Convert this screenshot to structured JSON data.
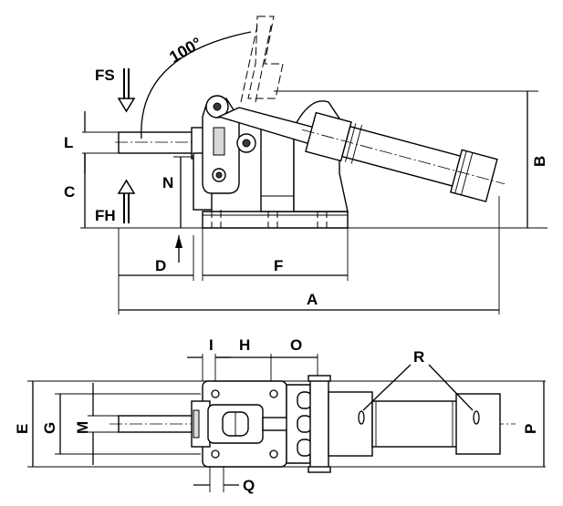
{
  "labels": {
    "angle": "100°",
    "fs": "FS",
    "fh": "FH",
    "l": "L",
    "c": "C",
    "n": "N",
    "b": "B",
    "d": "D",
    "f": "F",
    "a": "A",
    "i": "I",
    "h": "H",
    "o": "O",
    "r": "R",
    "e": "E",
    "g": "G",
    "m": "M",
    "p": "P",
    "q": "Q"
  }
}
